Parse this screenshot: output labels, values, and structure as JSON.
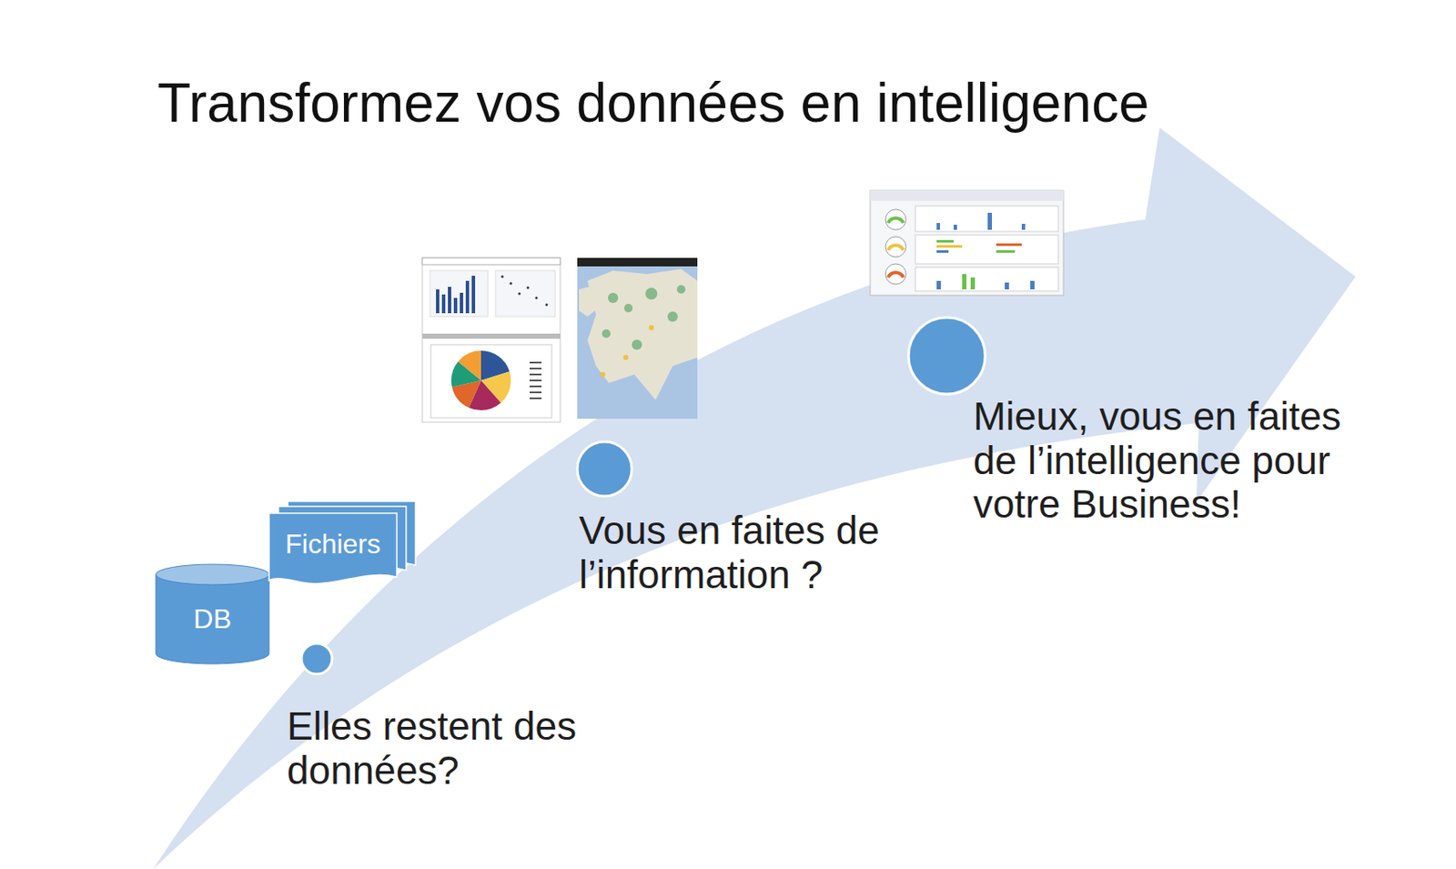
{
  "diagram": {
    "title": "Transformez vos données en intelligence",
    "nodes": [
      {
        "text": [
          "DB"
        ]
      },
      {
        "text": [
          "Fichiers"
        ]
      }
    ],
    "labels": [
      "Elles restent des données?",
      "Vous en faites de l’information ?",
      "Mieux, vous en faites de l’intelligence pour votre Business!"
    ]
  }
}
